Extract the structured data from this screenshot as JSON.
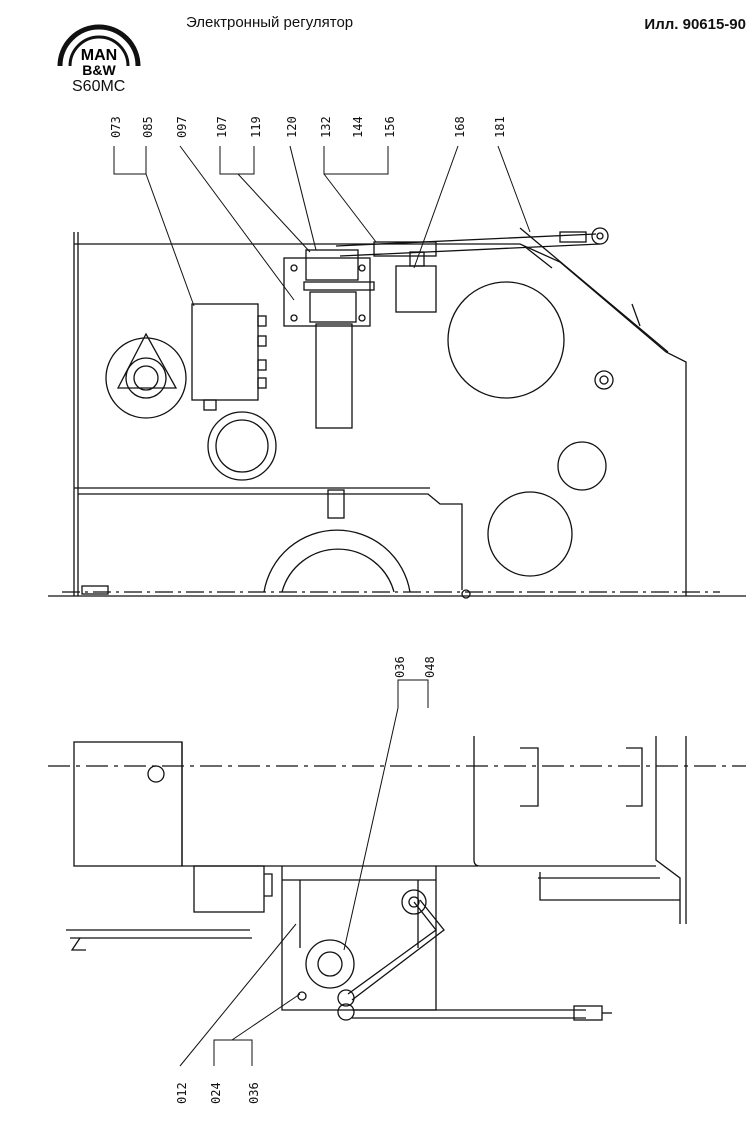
{
  "header": {
    "title": "Электронный регулятор",
    "reference": "Илл. 90615-90"
  },
  "logo": {
    "line1": "MAN",
    "line2": "B&W"
  },
  "model": "S60MC",
  "callouts_top": [
    "073",
    "085",
    "097",
    "107",
    "119",
    "120",
    "132",
    "144",
    "156",
    "168",
    "181"
  ],
  "callouts_bottom_upper": [
    "036",
    "048"
  ],
  "callouts_bottom_lower": [
    "012",
    "024",
    "036"
  ]
}
